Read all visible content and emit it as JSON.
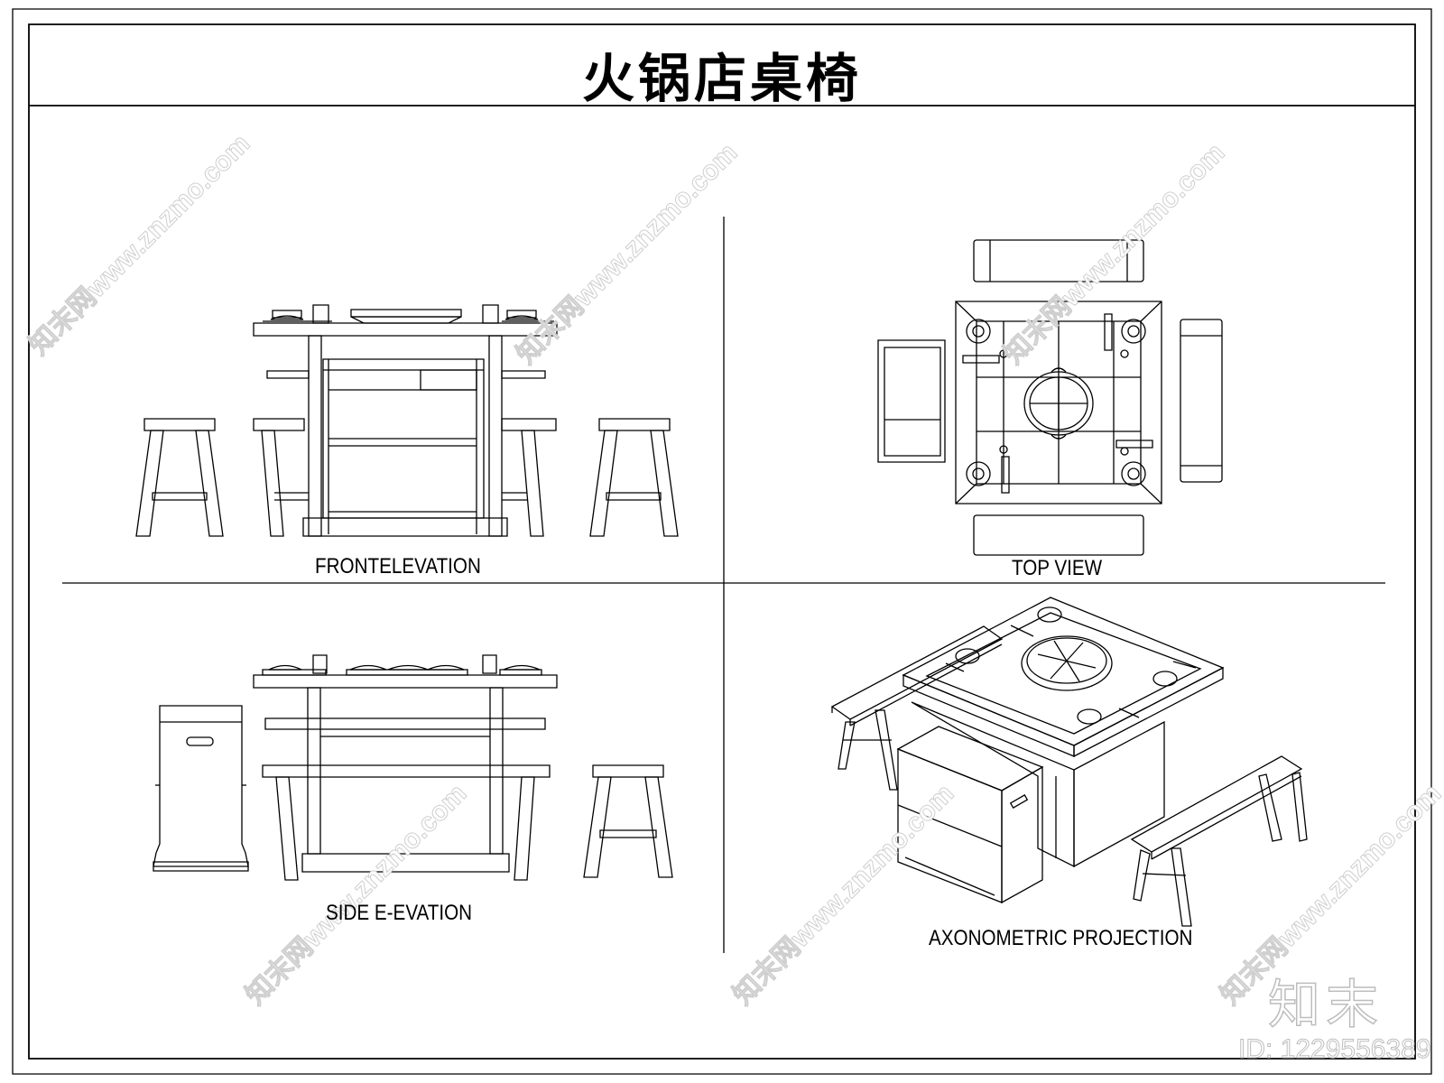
{
  "sheet": {
    "title": "火锅店桌椅"
  },
  "views": {
    "front": "FRONTELEVATION",
    "top": "TOP VIEW",
    "side": "SIDE E-EVATION",
    "axon": "AXONOMETRIC PROJECTION"
  },
  "watermark": {
    "logo": "知末",
    "id": "ID: 1229556389",
    "site": "知末网www.znzmo.com"
  }
}
